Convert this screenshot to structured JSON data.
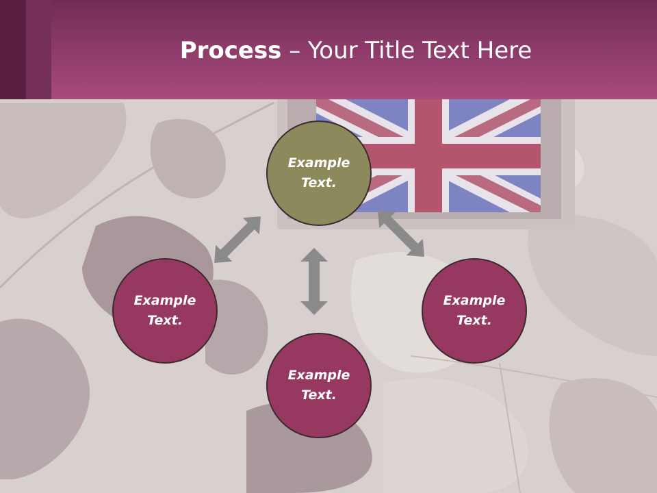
{
  "slide": {
    "title_bold": "Process",
    "title_rest": " – Your Title Text Here"
  },
  "circles": [
    {
      "id": "top",
      "line1": "Example",
      "line2": "Text.",
      "color": "#8c8a5c"
    },
    {
      "id": "left",
      "line1": "Example",
      "line2": "Text.",
      "color": "#96385f"
    },
    {
      "id": "right",
      "line1": "Example",
      "line2": "Text.",
      "color": "#96385f"
    },
    {
      "id": "bottom",
      "line1": "Example",
      "line2": "Text.",
      "color": "#96385f"
    }
  ],
  "colors": {
    "header": "#8a3a68",
    "arrow": "#8a8a8a",
    "circle_border": "#3d2a30"
  }
}
